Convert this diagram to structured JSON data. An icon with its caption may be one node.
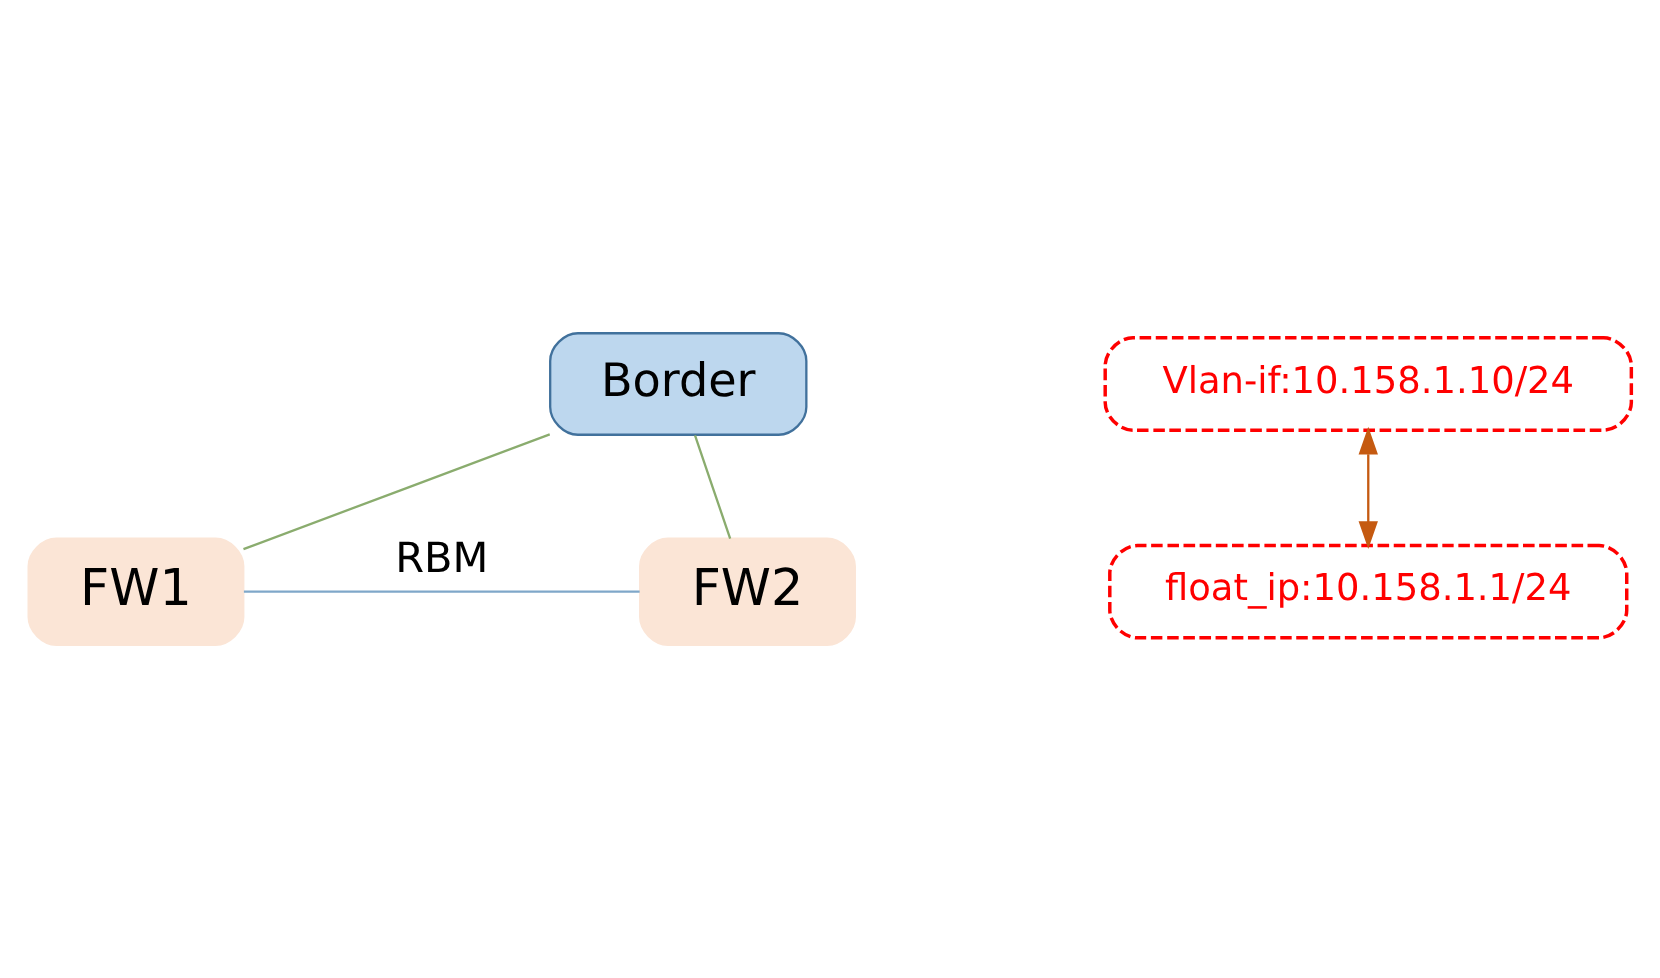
{
  "diagram": {
    "nodes": [
      {
        "text": [
          "Border"
        ]
      },
      {
        "text": [
          "FW1"
        ]
      },
      {
        "text": [
          "FW2"
        ]
      },
      {
        "text": [
          "Vlan-if:10.158.1.10/24"
        ]
      },
      {
        "text": [
          "float_ip:10.158.1.1/24"
        ]
      }
    ],
    "edges": [
      {
        "from": 0,
        "to": 1,
        "arrow": "none",
        "color": "#8aac6e"
      },
      {
        "from": 0,
        "to": 2,
        "arrow": "none",
        "color": "#8aac6e"
      },
      {
        "from": 1,
        "to": 2,
        "arrow": "none",
        "label": "RBM",
        "color": "#7fa7c9"
      },
      {
        "from": 3,
        "to": 4,
        "arrow": "both",
        "color": "#c55a11"
      }
    ]
  }
}
